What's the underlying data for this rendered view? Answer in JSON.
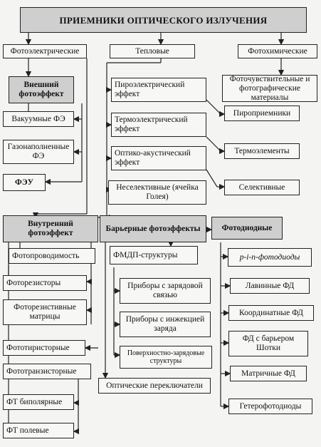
{
  "title": "ПРИЕМНИКИ ОПТИЧЕСКОГО ИЗЛУЧЕНИЯ",
  "top": {
    "photoelectric": "Фотоэлектрические",
    "thermal": "Тепловые",
    "photochemical": "Фотохимические"
  },
  "external": {
    "heading": "Внешний фотоэффект",
    "items": [
      "Вакуумные ФЭ",
      "Газонаполненные ФЭ",
      "ФЭУ"
    ]
  },
  "thermal_items": [
    "Пироэлектрический эффект",
    "Термоэлектрический эффект",
    "Оптико-акустический эффект",
    "Неселективные (ячейка Голея)"
  ],
  "photochem_items": [
    "Фоточувствительные и фотографические материалы"
  ],
  "thermal_right": [
    "Пироприемники",
    "Термоэлементы",
    "Селективные"
  ],
  "internal": {
    "heading": "Внутренний фотоэффект",
    "items": [
      "Фотопроводимость",
      "Фоторезисторы",
      "Фоторезистивные матрицы",
      "Фототиристорные",
      "Фототранзисторные",
      "ФТ биполярные",
      "ФТ полевые"
    ]
  },
  "barrier": {
    "heading": "Барьерные фотоэффекты",
    "items": [
      "ФМДП-структуры",
      "Приборы с зарядовой связью",
      "Приборы с инжекцией заряда",
      "Поверхностно-зарядовые структуры",
      "Оптические переключатели"
    ]
  },
  "photodiode": {
    "heading": "Фотодиодные",
    "items": [
      "p-i-n-фотодиоды",
      "Лавинные ФД",
      "Координатные ФД",
      "ФД с барьером Шотки",
      "Матричные ФД",
      "Гетерофотодиоды"
    ]
  }
}
